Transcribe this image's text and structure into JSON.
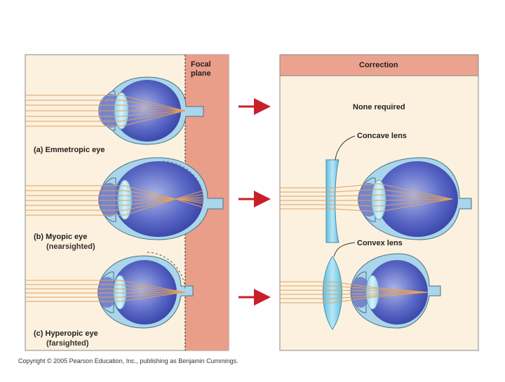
{
  "left_panel": {
    "focal_plane_label": "Focal\nplane",
    "eyes": [
      {
        "id": "a",
        "label": "(a) Emmetropic eye",
        "note": ""
      },
      {
        "id": "b",
        "label": "(b) Myopic eye",
        "note": "(nearsighted)"
      },
      {
        "id": "c",
        "label": "(c) Hyperopic eye",
        "note": "(farsighted)"
      }
    ]
  },
  "right_panel": {
    "header": "Correction",
    "none_required": "None required",
    "concave_lens": "Concave lens",
    "convex_lens": "Convex lens"
  },
  "colors": {
    "panel_bg": "#fbf1de",
    "focal_band": "#e99e8a",
    "header_bg": "#eba28e",
    "arrow": "#c8202a",
    "eye_outer": "#a9d6ea",
    "eye_inner": "#4652b6",
    "lens": "#b6e3f2",
    "ray": "#e0a060"
  },
  "copyright": "Copyright © 2005 Pearson Education, Inc., publishing as Benjamin Cummings."
}
